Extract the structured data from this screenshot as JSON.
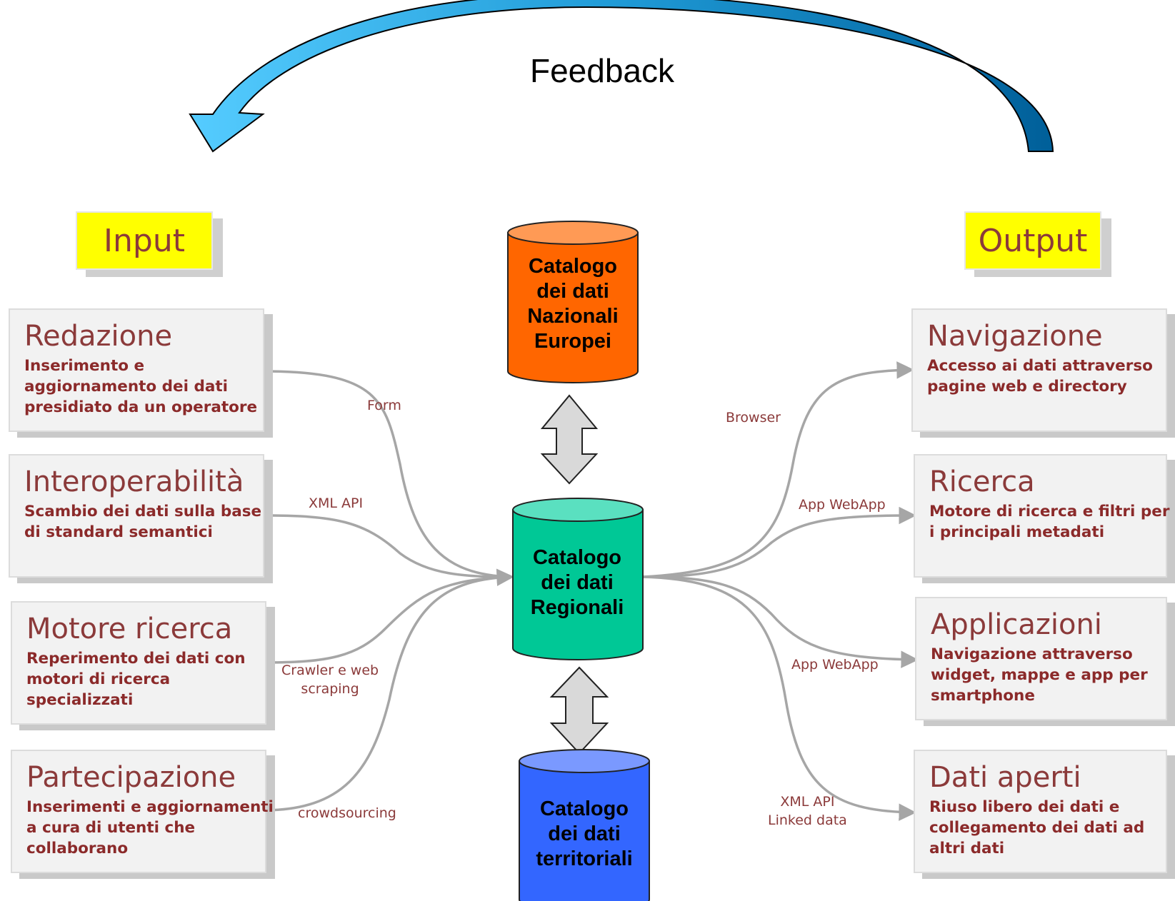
{
  "feedback": {
    "label": "Feedback"
  },
  "input_tag": "Input",
  "output_tag": "Output",
  "inputs": [
    {
      "title": "Redazione",
      "desc": [
        "Inserimento e",
        "aggiornamento dei dati",
        "presidiato da un operatore"
      ]
    },
    {
      "title": "Interoperabilità",
      "desc": [
        "Scambio dei dati sulla base",
        "di standard semantici"
      ]
    },
    {
      "title": "Motore ricerca",
      "desc": [
        "Reperimento dei dati con",
        "motori di ricerca",
        "specializzati"
      ]
    },
    {
      "title": "Partecipazione",
      "desc": [
        "Inserimenti e aggiornamenti",
        "a cura di utenti che",
        "collaborano"
      ]
    }
  ],
  "outputs": [
    {
      "title": "Navigazione",
      "desc": [
        "Accesso ai dati attraverso",
        "pagine web e directory"
      ]
    },
    {
      "title": "Ricerca",
      "desc": [
        "Motore di ricerca e filtri per",
        "i principali metadati"
      ]
    },
    {
      "title": "Applicazioni",
      "desc": [
        "Navigazione attraverso",
        "widget, mappe  e app per",
        "smartphone"
      ]
    },
    {
      "title": "Dati aperti",
      "desc": [
        "Riuso libero dei dati e",
        "collegamento dei dati ad",
        "altri dati"
      ]
    }
  ],
  "databases": {
    "nazionali": {
      "lines": [
        "Catalogo",
        "dei dati",
        "Nazionali",
        "Europei"
      ],
      "color": "#ff6600",
      "top_color": "#ff9a55"
    },
    "regionali": {
      "lines": [
        "Catalogo",
        "dei dati",
        "Regionali"
      ],
      "color": "#00c896",
      "top_color": "#5ae0c0"
    },
    "territoriali": {
      "lines": [
        "Catalogo",
        "dei dati",
        "territoriali"
      ],
      "color": "#3366ff",
      "top_color": "#7a99ff"
    }
  },
  "connectors": {
    "input": [
      {
        "lines": [
          "Form"
        ]
      },
      {
        "lines": [
          "XML API"
        ]
      },
      {
        "lines": [
          "Crawler e web",
          "scraping"
        ]
      },
      {
        "lines": [
          "crowdsourcing"
        ]
      }
    ],
    "output": [
      {
        "lines": [
          "Browser"
        ]
      },
      {
        "lines": [
          "App WebApp"
        ]
      },
      {
        "lines": [
          "App WebApp"
        ]
      },
      {
        "lines": [
          "XML API",
          "Linked data"
        ]
      }
    ]
  },
  "colors": {
    "tag_bg": "#ffff00",
    "box_bg": "#f2f2f2",
    "text_red": "#8b2a2a",
    "arrow_light": "#33bbee",
    "arrow_dark": "#0066aa",
    "connector": "#a6a6a6",
    "double_arrow": "#d9d9d9"
  }
}
